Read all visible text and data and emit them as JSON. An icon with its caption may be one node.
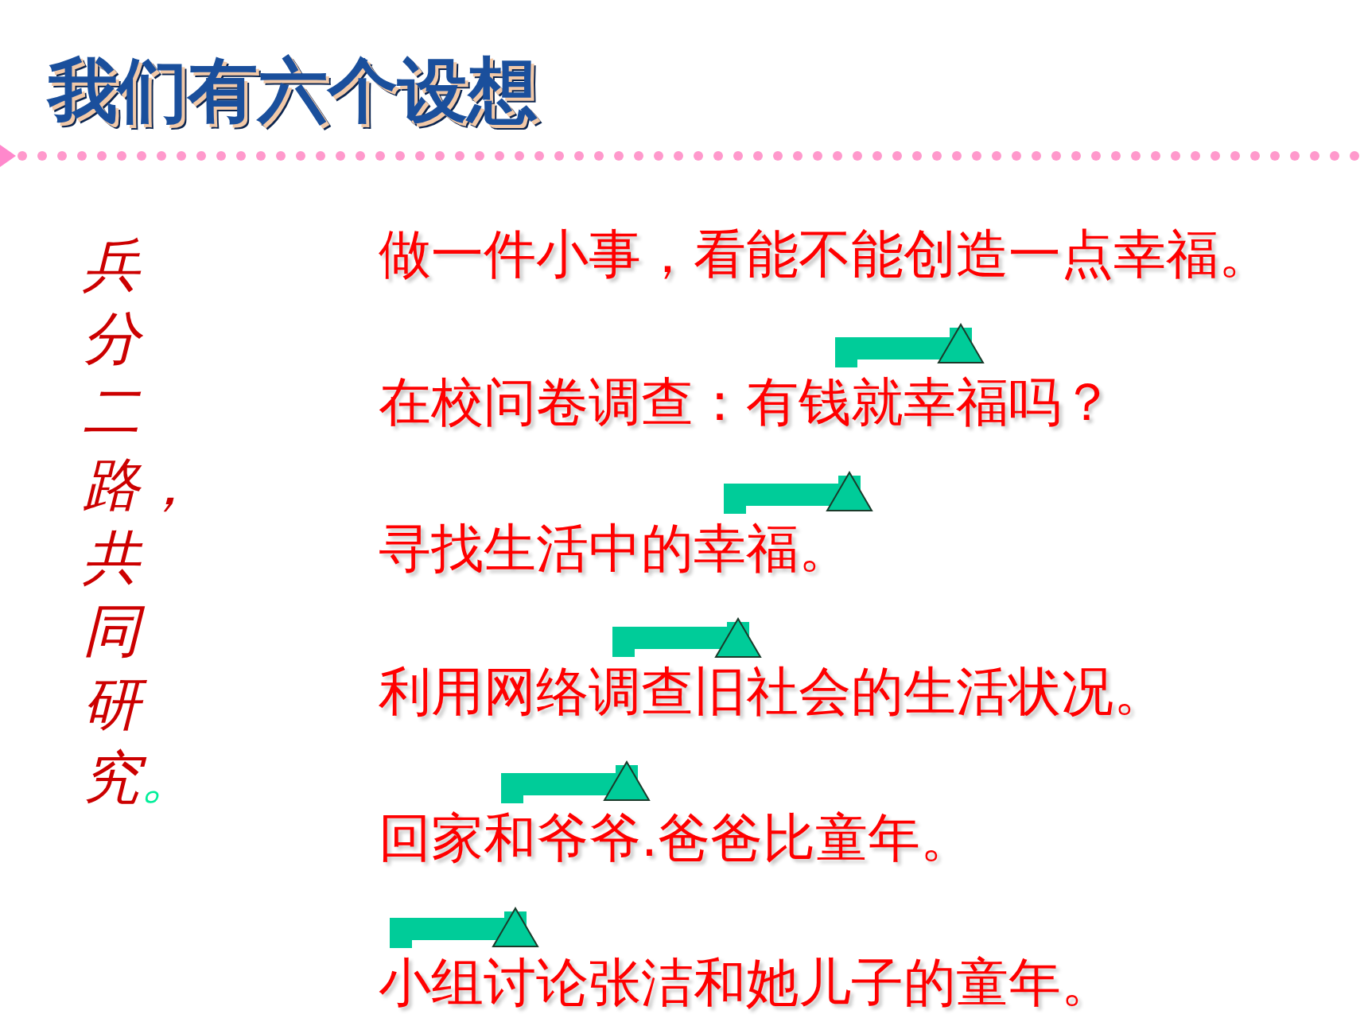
{
  "diagram": {
    "title": "我们有六个设想",
    "nodes": [
      {
        "text": [
          "做一件小事，看能不能创造一点幸福。"
        ]
      },
      {
        "text": [
          "在校问卷调查：有钱就幸福吗？"
        ]
      },
      {
        "text": [
          "寻找生活中的幸福。"
        ]
      },
      {
        "text": [
          "利用网络调查旧社会的生活状况。"
        ]
      },
      {
        "text": [
          "回家和爷爷.爸爸比童年。"
        ]
      },
      {
        "text": [
          "小组讨论张洁和她儿子的童年。"
        ]
      }
    ],
    "edges": [
      {
        "from": 1,
        "to": 0,
        "arrow": "to"
      },
      {
        "from": 2,
        "to": 1,
        "arrow": "to"
      },
      {
        "from": 3,
        "to": 2,
        "arrow": "to"
      },
      {
        "from": 4,
        "to": 3,
        "arrow": "to"
      },
      {
        "from": 5,
        "to": 4,
        "arrow": "to"
      }
    ],
    "labels": [
      "兵分二路，共同研究。"
    ]
  }
}
